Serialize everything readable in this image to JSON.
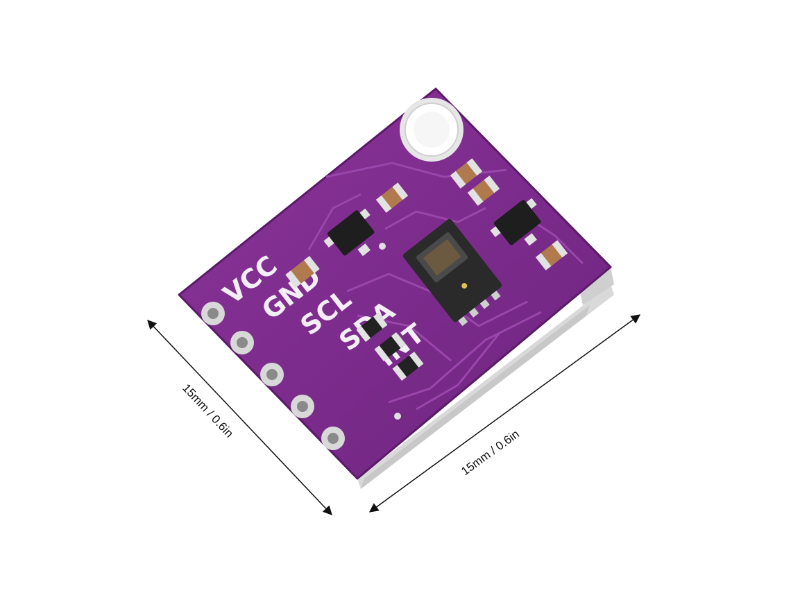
{
  "board": {
    "pins": [
      {
        "label": "VCC"
      },
      {
        "label": "GND"
      },
      {
        "label": "SCL"
      },
      {
        "label": "SDA"
      },
      {
        "label": "INT"
      }
    ],
    "colors": {
      "pcb": "#7a2a8a",
      "pcb_edge": "#5a1a68",
      "side": "#dcdcdc",
      "silkscreen": "#f4eef7",
      "trace": "#8e3aa0",
      "pad": "#e8e8e8"
    }
  },
  "dimensions": {
    "left_label": "15mm / 0.6in",
    "bottom_label": "15mm / 0.6in"
  }
}
